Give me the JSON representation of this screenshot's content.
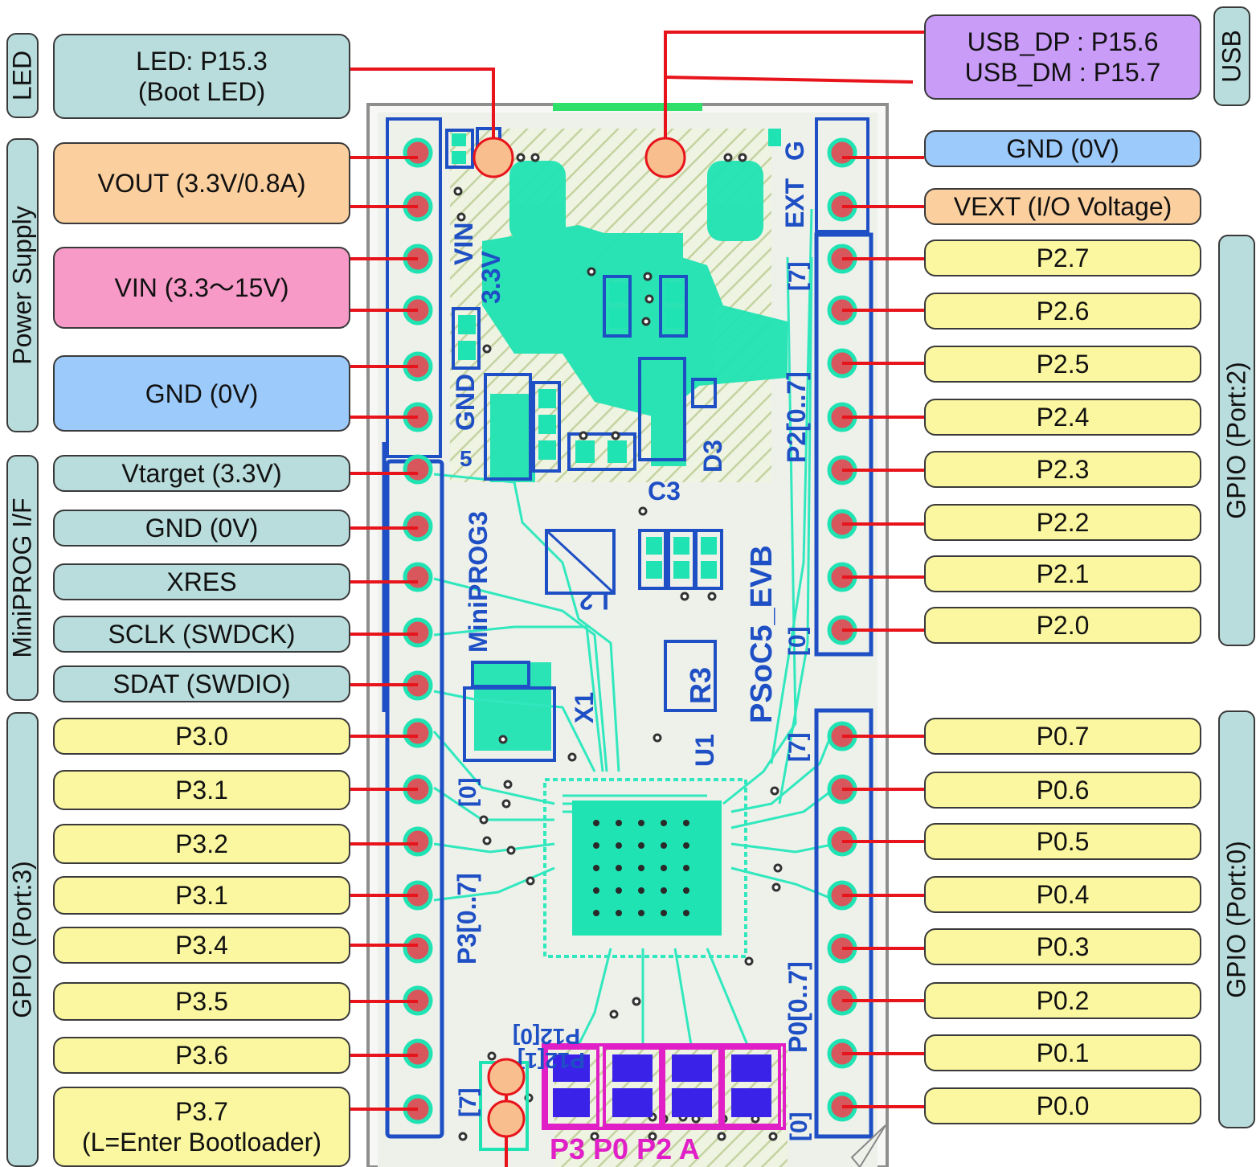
{
  "groups": {
    "led": "LED",
    "power": "Power Supply",
    "miniprog": "MiniPROG I/F",
    "gpio3": "GPIO (Port:3)",
    "usb": "USB",
    "gpio2": "GPIO (Port:2)",
    "gpio0": "GPIO (Port:0)"
  },
  "left_labels": {
    "led": "LED: P15.3\n(Boot LED)",
    "vout": "VOUT (3.3V/0.8A)",
    "vin": "VIN (3.3〜15V)",
    "gnd_power": "GND (0V)",
    "vtarget": "Vtarget (3.3V)",
    "gnd_prog": "GND (0V)",
    "xres": "XRES",
    "sclk": "SCLK (SWDCK)",
    "sdat": "SDAT (SWDIO)",
    "p3_0": "P3.0",
    "p3_1": "P3.1",
    "p3_2": "P3.2",
    "p3_3": "P3.1",
    "p3_4": "P3.4",
    "p3_5": "P3.5",
    "p3_6": "P3.6",
    "p3_7": "P3.7\n(L=Enter Bootloader)"
  },
  "right_labels": {
    "usb": "USB_DP : P15.6\nUSB_DM : P15.7",
    "gnd": "GND (0V)",
    "vext": "VEXT (I/O Voltage)",
    "p2_7": "P2.7",
    "p2_6": "P2.6",
    "p2_5": "P2.5",
    "p2_4": "P2.4",
    "p2_3": "P2.3",
    "p2_2": "P2.2",
    "p2_1": "P2.1",
    "p2_0": "P2.0",
    "p0_7": "P0.7",
    "p0_6": "P0.6",
    "p0_5": "P0.5",
    "p0_4": "P0.4",
    "p0_3": "P0.3",
    "p0_2": "P0.2",
    "p0_1": "P0.1",
    "p0_0": "P0.0"
  },
  "silkscreen": {
    "vin": "VIN",
    "v33": "3.3V",
    "gnd": "GND",
    "ext": "EXT",
    "g": "G",
    "p2_range": "P2[0..7]",
    "seven_top": "[7]",
    "p2_0": "[0]",
    "seven_p0": "[7]",
    "p0_range": "P0[0..7]",
    "p0_0": "[0]",
    "p3_range": "P3[0..7]",
    "p3_0": "[0]",
    "p3_7": "[7]",
    "miniprog": "MiniPROG3",
    "five": "5",
    "board": "PSoC5_EVB",
    "r3": "R3",
    "x1": "X1",
    "u1": "U1",
    "c3": "C3",
    "d3": "D3",
    "l2": "L2",
    "p12_0": "P12[0]",
    "p12_1": "P12[1]",
    "bottom": "P3 P0 P2 A"
  },
  "colors": {
    "line": "#e8141c",
    "pcb_outline": "#1e4fc4",
    "copper": "#1fe3b2",
    "hatch": "#c4d3a0",
    "pad": "#d7575d",
    "marker": "#f8be8e",
    "silk_magenta": "#e01fc6",
    "switch_blue": "#3a22e8",
    "yellow": "#fbf7a0",
    "teal": "#b9dcdc",
    "orange": "#fbcf9e",
    "pink": "#f79ac8",
    "blue": "#9ccafb",
    "violet": "#c99cf7"
  }
}
